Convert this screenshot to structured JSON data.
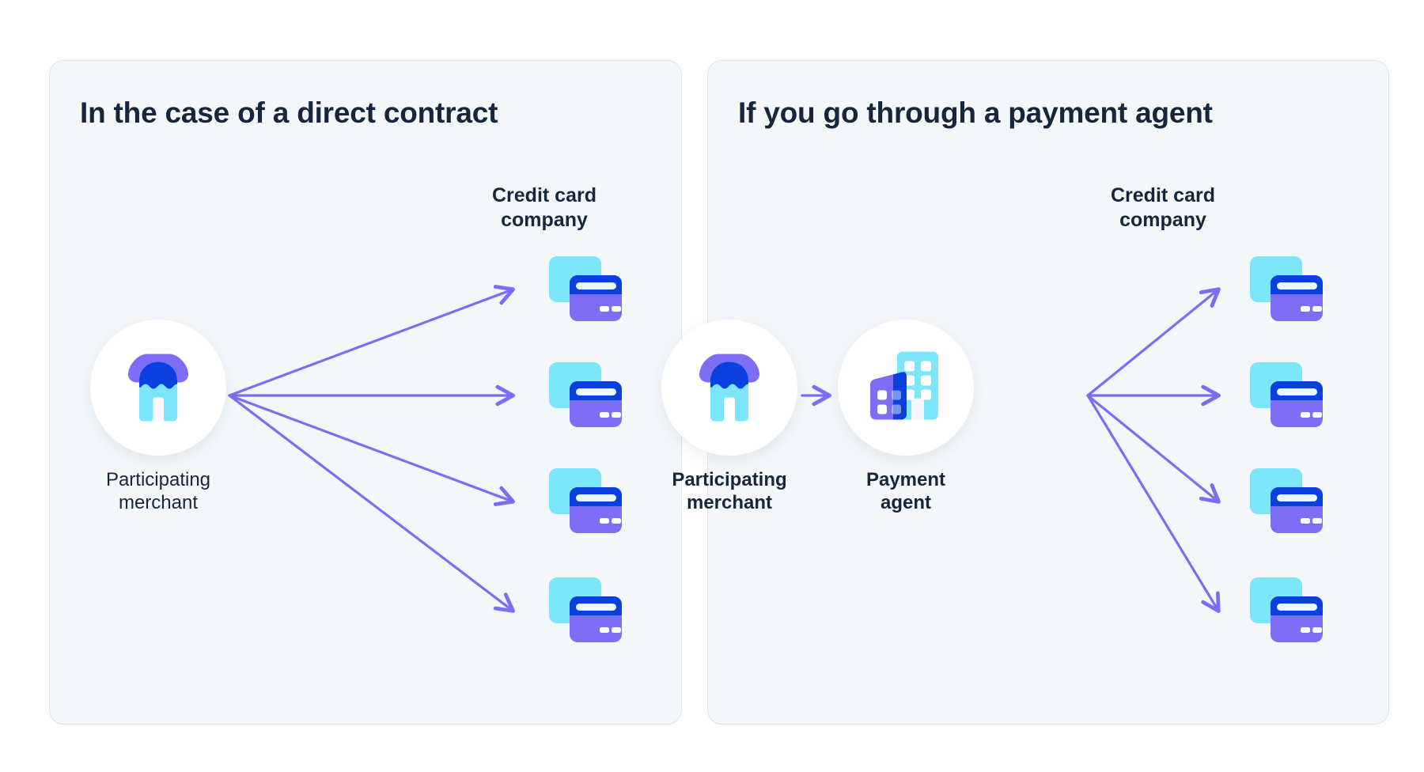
{
  "diagram": {
    "type": "flow-comparison",
    "background_color": "#ffffff",
    "panel_background": "#f3f7fa",
    "panel_border": "#dfe4e9",
    "arrow_color": "#7b6ef6",
    "text_color": "#15263d",
    "icon_colors": {
      "cyan": "#7ce6fa",
      "purple": "#7d6ef5",
      "blue": "#0a3fe0",
      "white": "#ffffff"
    }
  },
  "panels": [
    {
      "id": "direct-contract",
      "title": "In the case of a direct contract",
      "nodes": [
        {
          "id": "merchant",
          "icon": "storefront-icon",
          "caption": "Participating\nmerchant",
          "bold": false
        }
      ],
      "targets_label": "Credit card\ncompany",
      "targets_count": 4,
      "target_icon": "credit-card-icon",
      "arrows": [
        {
          "from": "merchant",
          "to": "credit-card-1"
        },
        {
          "from": "merchant",
          "to": "credit-card-2"
        },
        {
          "from": "merchant",
          "to": "credit-card-3"
        },
        {
          "from": "merchant",
          "to": "credit-card-4"
        }
      ]
    },
    {
      "id": "payment-agent",
      "title": "If you go through a payment agent",
      "nodes": [
        {
          "id": "merchant",
          "icon": "storefront-icon",
          "caption": "Participating\nmerchant",
          "bold": true
        },
        {
          "id": "agent",
          "icon": "office-building-icon",
          "caption": "Payment\nagent",
          "bold": true
        }
      ],
      "targets_label": "Credit card\ncompany",
      "targets_count": 4,
      "target_icon": "credit-card-icon",
      "arrows": [
        {
          "from": "merchant",
          "to": "agent"
        },
        {
          "from": "agent",
          "to": "credit-card-1"
        },
        {
          "from": "agent",
          "to": "credit-card-2"
        },
        {
          "from": "agent",
          "to": "credit-card-3"
        },
        {
          "from": "agent",
          "to": "credit-card-4"
        }
      ]
    }
  ],
  "labels": {
    "title_left": "In the case of a direct contract",
    "title_right": "If you go through a payment agent",
    "merchant_left": "Participating\nmerchant",
    "merchant_right": "Participating\nmerchant",
    "agent": "Payment\nagent",
    "credit_card_company_left": "Credit card\ncompany",
    "credit_card_company_right": "Credit card\ncompany"
  }
}
